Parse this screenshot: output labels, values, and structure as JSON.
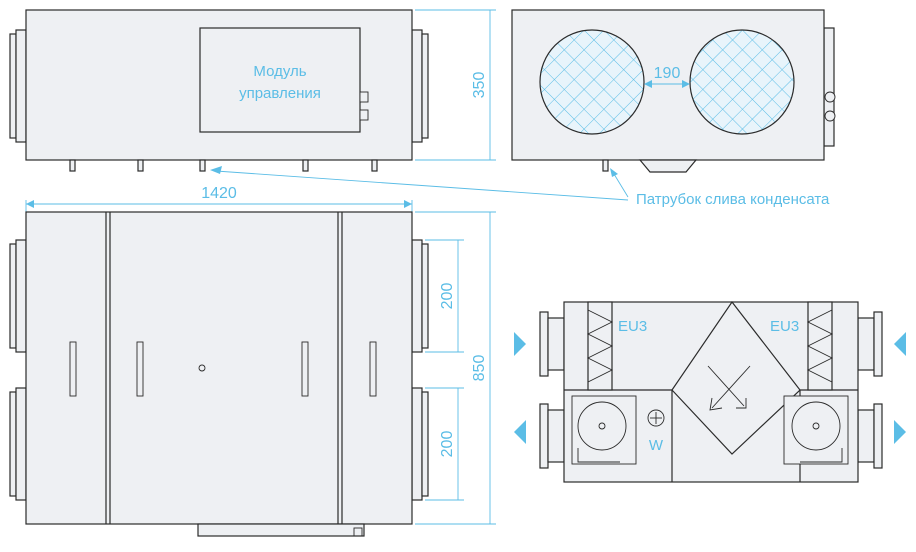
{
  "labels": {
    "control_module_line1": "Модуль",
    "control_module_line2": "управления",
    "condensate_drain": "Патрубок слива конденсата",
    "filter_left": "EU3",
    "filter_right": "EU3",
    "heater": "W"
  },
  "dimensions": {
    "height_side": "350",
    "spigot_spacing": "190",
    "length": "1420",
    "width": "850",
    "spigot_top": "200",
    "spigot_bottom": "200"
  },
  "colors": {
    "outline": "#2b2b2b",
    "body_fill": "#eef0f3",
    "dimension": "#5bbde6"
  }
}
